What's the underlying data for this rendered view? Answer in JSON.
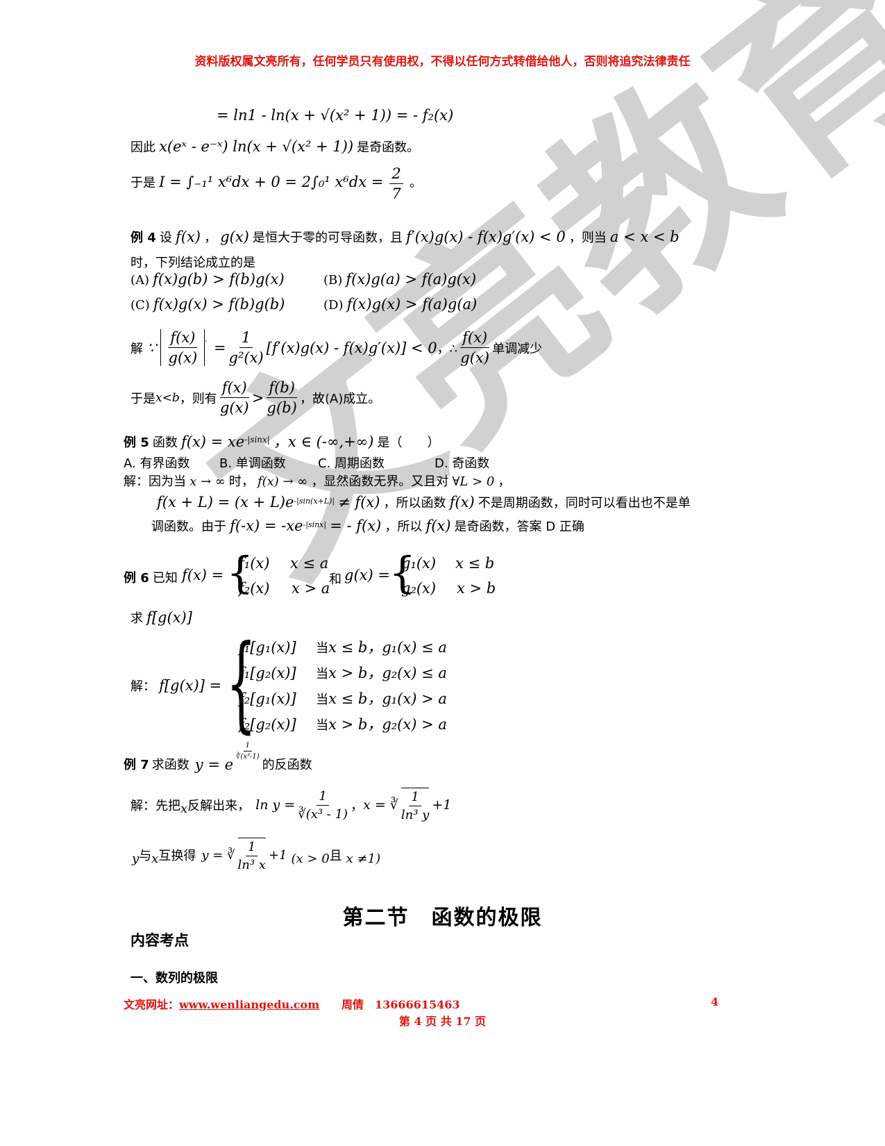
{
  "header": {
    "notice": "资料版权属文亮所有，任何学员只有使用权，不得以任何方式转借给他人，否则将追究法律责任"
  },
  "watermark": {
    "text": "文亮教育"
  },
  "lines": {
    "l1": "= ln1 - ln(x + √(x² + 1)) = - f₂(x)",
    "l2_prefix": "因此",
    "l2_math": "x(eˣ - e⁻ˣ) ln(x + √(x² + 1))",
    "l2_suffix": "是奇函数。",
    "l3_prefix": "于是",
    "l3_math": "I = ∫₋₁¹ x⁶dx + 0 = 2∫₀¹ x⁶dx =",
    "l3_num": "2",
    "l3_den": "7",
    "l3_end": "。"
  },
  "ex4": {
    "label": "例 4",
    "text1": "设",
    "f": "f(x)",
    "sep": "，",
    "g": "g(x)",
    "text2": "是恒大于零的可导函数，且",
    "cond": "f′(x)g(x) - f(x)g′(x) < 0",
    "text3": "，则当",
    "range": "a < x < b",
    "line2": "时，下列结论成立的是",
    "opt_a_label": "(A)",
    "opt_a": "f(x)g(b) > f(b)g(x)",
    "opt_b_label": "(B)",
    "opt_b": "f(x)g(a) > f(a)g(x)",
    "opt_c_label": "(C)",
    "opt_c": "f(x)g(x) > f(b)g(b)",
    "opt_d_label": "(D)",
    "opt_d": "f(x)g(x) > f(a)g(a)",
    "sol_label": "解",
    "sol_because": "∵",
    "sol_fx": "f(x)",
    "sol_gx": "g(x)",
    "sol_prime": "′",
    "sol_eq": "=",
    "sol_one": "1",
    "sol_g2": "g²(x)",
    "sol_bracket": "[f′(x)g(x) - f(x)g′(x)] < 0",
    "sol_therefore": "，∴",
    "sol_mono": "单调减少",
    "sol2_prefix": "于是",
    "sol2_cond": "x<b",
    "sol2_mid": "，则有",
    "sol2_fx": "f(x)",
    "sol2_gx": "g(x)",
    "sol2_gt": ">",
    "sol2_fb": "f(b)",
    "sol2_gb": "g(b)",
    "sol2_end": "，故(A)成立。"
  },
  "ex5": {
    "label": "例 5",
    "text1": "函数",
    "func": "f(x) = xe",
    "exp": "-|sinx|",
    "domain": "，x ∈ (-∞,+∞)",
    "text2": "是（　　）",
    "opt_a": "A. 有界函数",
    "opt_b": "B. 单调函数",
    "opt_c": "C. 周期函数",
    "opt_d": "D. 奇函数",
    "sol1": "解：因为当",
    "sol1_m1": "x → ∞",
    "sol1_t2": "时，",
    "sol1_m2": "f(x) → ∞",
    "sol1_t3": "，显然函数无界。又且对",
    "sol1_m3": "∀L > 0",
    "sol1_t4": "，",
    "sol2_m1": "f(x + L) = (x + L)e",
    "sol2_exp": "-|sin(x+L)|",
    "sol2_m2": "≠ f(x)",
    "sol2_t1": "，所以函数",
    "sol2_m3": "f(x)",
    "sol2_t2": "不是周期函数，同时可以看出也不是单",
    "sol3_t1": "调函数。由于",
    "sol3_m1": "f(-x) = -xe",
    "sol3_exp": "-|sinx|",
    "sol3_m2": "= - f(x)",
    "sol3_t2": "，所以",
    "sol3_m3": "f(x)",
    "sol3_t3": "是奇函数，答案 D 正确"
  },
  "ex6": {
    "label": "例 6",
    "text1": "已知",
    "fdef": "f(x) =",
    "f_case1": "f₁(x)",
    "f_cond1": "x ≤ a",
    "f_case2": "f₂(x)",
    "f_cond2": "x > a",
    "and": "和",
    "gdef": "g(x) =",
    "g_case1": "g₁(x)",
    "g_cond1": "x ≤ b",
    "g_case2": "g₂(x)",
    "g_cond2": "x > b",
    "ask_prefix": "求",
    "ask": "f[g(x)]",
    "sol_label": "解：",
    "sol_lhs": "f[g(x)] =",
    "cases": [
      {
        "expr": "f₁[g₁(x)]",
        "when": "当",
        "cond": "x ≤ b，g₁(x) ≤ a"
      },
      {
        "expr": "f₁[g₂(x)]",
        "when": "当",
        "cond": "x > b，g₂(x) ≤ a"
      },
      {
        "expr": "f₂[g₁(x)]",
        "when": "当",
        "cond": "x ≤ b，g₁(x) > a"
      },
      {
        "expr": "f₂[g₂(x)]",
        "when": "当",
        "cond": "x > b，g₂(x) > a"
      }
    ]
  },
  "ex7": {
    "label": "例 7",
    "text1": "求函数",
    "func": "y = e",
    "exp_num": "1",
    "exp_den": "∛(x³-1)",
    "text2": "的反函数",
    "sol1_t1": "解：先把",
    "sol1_x": "x",
    "sol1_t2": "反解出来，",
    "sol1_m1": "ln y =",
    "sol1_one": "1",
    "sol1_den": "∛(x³ - 1)",
    "sol1_sep": "，",
    "sol1_m2": "x = ∛",
    "sol1_in_num": "1",
    "sol1_in_den": "ln³ y",
    "sol1_plus": "+1",
    "sol2_y": "y",
    "sol2_t1": "与",
    "sol2_x": "x",
    "sol2_t2": "互换得",
    "sol2_m1": "y = ∛",
    "sol2_in_num": "1",
    "sol2_in_den": "ln³ x",
    "sol2_plus": "+1",
    "sol2_cond1": "(x > 0",
    "sol2_t3": "且",
    "sol2_cond2": "x ≠1)"
  },
  "section": {
    "title": "第二节　函数的极限",
    "sub1": "内容考点",
    "sub2": "一、数列的极限"
  },
  "footer": {
    "site_label": "文亮网址：",
    "site_url": "www.wenliangedu.com",
    "contact_label": "周倩",
    "phone": "13666615463",
    "page_num": "4",
    "page_of": "第 4 页 共 17 页"
  }
}
